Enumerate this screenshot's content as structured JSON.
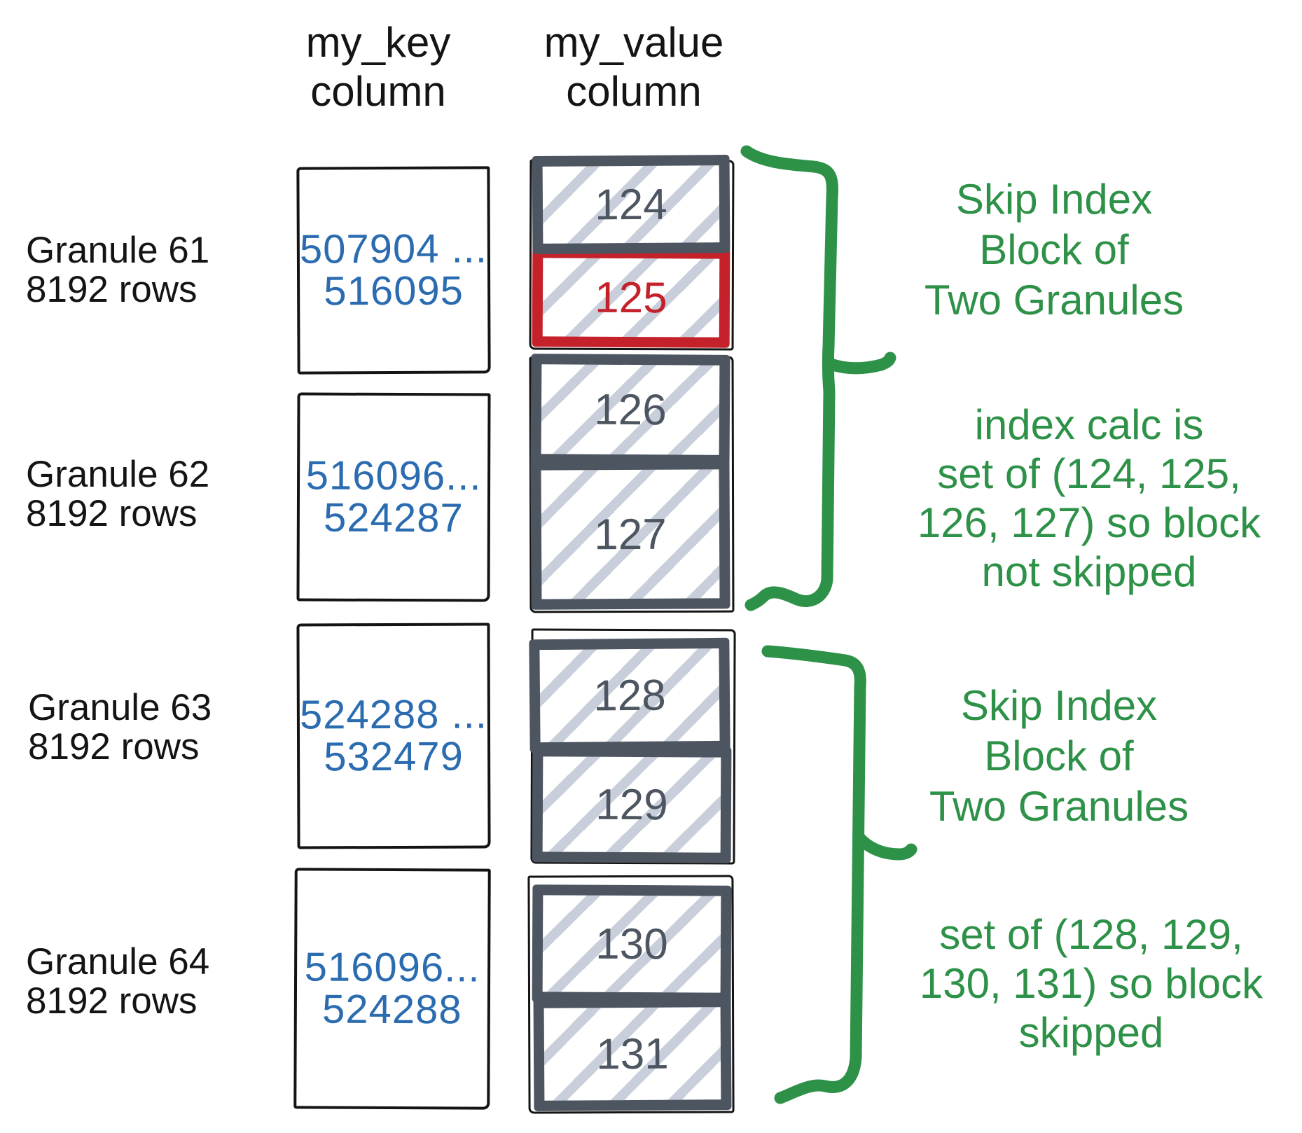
{
  "columns": {
    "key_header_line1": "my_key",
    "key_header_line2": "column",
    "value_header_line1": "my_value",
    "value_header_line2": "column"
  },
  "granules": [
    {
      "name": "Granule 61",
      "rows": "8192 rows",
      "key_min": "507904 ...",
      "key_max": "516095",
      "blocks": [
        "124",
        "125"
      ]
    },
    {
      "name": "Granule 62",
      "rows": "8192 rows",
      "key_min": "516096...",
      "key_max": "524287",
      "blocks": [
        "126",
        "127"
      ]
    },
    {
      "name": "Granule 63",
      "rows": "8192 rows",
      "key_min": "524288 ...",
      "key_max": "532479",
      "blocks": [
        "128",
        "129"
      ]
    },
    {
      "name": "Granule 64",
      "rows": "8192 rows",
      "key_min": "516096...",
      "key_max": "524288",
      "blocks": [
        "130",
        "131"
      ]
    }
  ],
  "highlighted_block": "125",
  "annotations": {
    "block1_title": [
      "Skip Index",
      "Block of",
      "Two Granules"
    ],
    "block1_detail": [
      "index calc is",
      "set of (124, 125,",
      "126, 127) so block",
      "not skipped"
    ],
    "block2_title": [
      "Skip Index",
      "Block of",
      "Two Granules"
    ],
    "block2_detail": [
      "set of (128, 129,",
      "130, 131) so block",
      "skipped"
    ]
  },
  "colors": {
    "green": "#2e9148",
    "blue": "#2b6cb0",
    "red": "#c4212b",
    "slate": "#4d5560",
    "hatch": "#c9cfda",
    "ink": "#141414"
  }
}
